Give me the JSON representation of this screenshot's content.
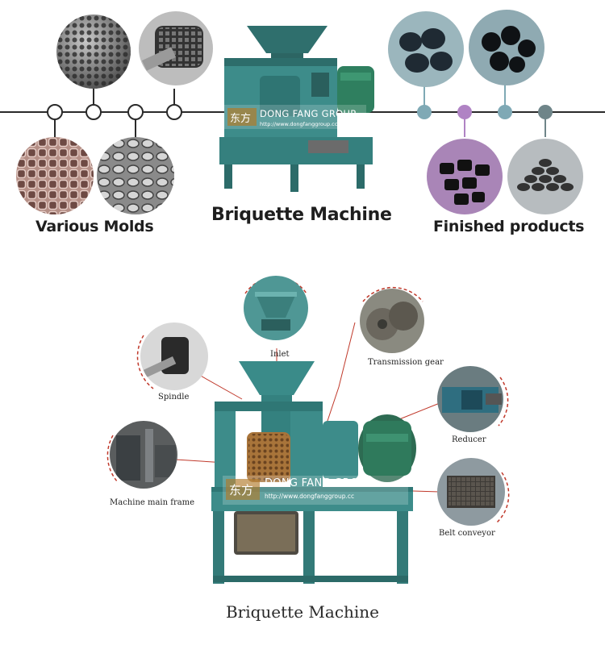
{
  "top": {
    "title": "Briquette Machine",
    "left_label": "Various Molds",
    "right_label": "Finished products",
    "watermark": "DONG FANG GROUP",
    "watermark_url": "http://www.dongfanggroup.cc",
    "logo_text": "东方"
  },
  "bottom": {
    "caption": "Briquette Machine",
    "watermark": "DONG FANG GROUP",
    "watermark_url": "http://www.dongfanggroup.cc",
    "logo_text": "东方",
    "callouts": {
      "inlet": "Inlet",
      "transmission_gear": "Transmission gear",
      "spindle": "Spindle",
      "reducer": "Reducer",
      "machine_main_frame": "Machine main frame",
      "belt_conveyor": "Belt conveyor"
    }
  },
  "colors": {
    "machine_teal": "#3d8c8a",
    "callout_red": "#c0392b",
    "product_node_teal": "#7fa9b5",
    "product_node_purple": "#b083c4",
    "product_node_gray": "#6f8589"
  }
}
